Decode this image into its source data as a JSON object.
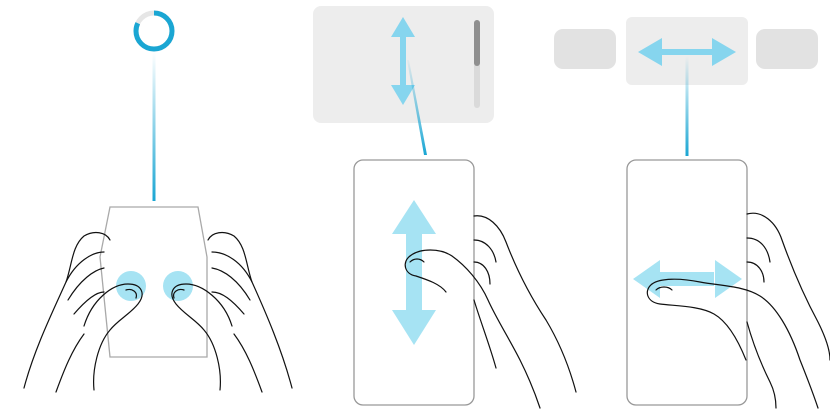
{
  "colors": {
    "accent_cyan": "#1aa6d3",
    "accent_light_blue": "#a6e3f3",
    "hand_stroke": "#111111",
    "device_stroke": "#999999",
    "panel_fill": "#ededed",
    "tile_fill": "#e2e2e2",
    "scrollbar_track": "#dadada",
    "scrollbar_thumb": "#8f8f8f",
    "ring_track": "#e6e6e6"
  },
  "panels": [
    {
      "gesture": "two-thumb-tap",
      "indicator": "progress-ring-icon",
      "progress_fraction": 0.82
    },
    {
      "gesture": "vertical-swipe",
      "indicator": "vertical-arrow-icon"
    },
    {
      "gesture": "horizontal-swipe",
      "indicator": "horizontal-arrow-icon"
    }
  ]
}
